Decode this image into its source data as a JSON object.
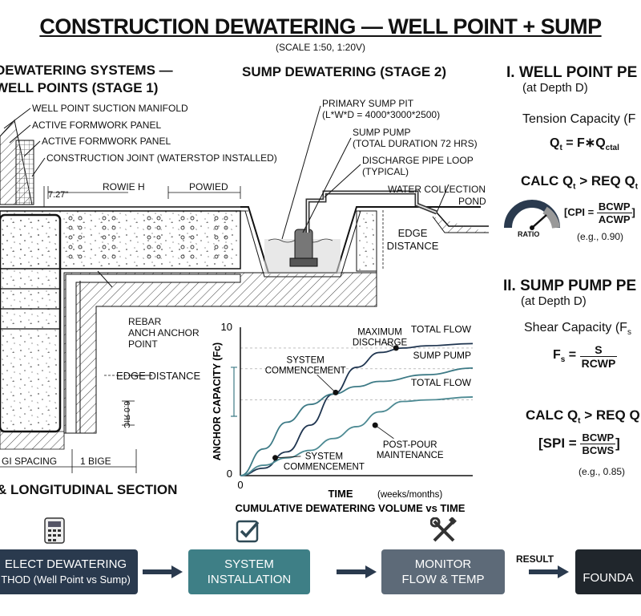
{
  "header": {
    "title": "CONSTRUCTION DEWATERING — WELL POINT + SUMP",
    "scale": "(SCALE 1:50, 1:20V)"
  },
  "left_section": {
    "heading_line1": "DEWATERING SYSTEMS —",
    "heading_line2": "WELL POINTS (STAGE 1)",
    "labels": {
      "manifold": "WELL POINT SUCTION MANIFOLD",
      "formwork1": "ACTIVE FORMWORK PANEL",
      "formwork2": "ACTIVE FORMWORK PANEL",
      "joint": "CONSTRUCTION JOINT (WATERSTOP INSTALLED)",
      "dim_727": "7.27\"",
      "rowie": "ROWIE H",
      "powied": "POWIED",
      "rebar1": "REBAR",
      "rebar2": "ANCH ANCHOR",
      "rebar3": "POINT",
      "edge": "EDGE DISTANCE",
      "rotated": "6.0 ЯIC",
      "gi_spacing": "GI SPACING",
      "bige": "1 BIGE"
    },
    "footer": "& LONGITUDINAL SECTION"
  },
  "sump_section": {
    "heading": "SUMP DEWATERING (STAGE 2)",
    "labels": {
      "pit1": "PRIMARY SUMP PIT",
      "pit2": "(L*W*D = 4000*3000*2500)",
      "pump1": "SUMP PUMP",
      "pump2": "(TOTAL DURATION 72 HRS)",
      "pipe1": "DISCHARGE PIPE LOOP",
      "pipe2": "(TYPICAL)",
      "pond1": "WATER COLLECTION",
      "pond2": "POND",
      "edge1": "EDGE",
      "edge2": "DISTANCE"
    }
  },
  "right_panel": {
    "well": {
      "heading": "I.  WELL POINT PE",
      "depth": "(at Depth D)",
      "capacity": "Tension Capacity (F",
      "formula_lhs": "Q",
      "formula_lhs_sub": "t",
      "formula_rhs": " = F∗Q",
      "formula_rhs_sub": "ctal",
      "calc": "CALC Q",
      "calc_sub": "t",
      "calc_rest": " > REQ Q",
      "calc_sub2": "t",
      "cpi_prefix": "[CPI = ",
      "cpi_num": "BCWP",
      "cpi_den": "ACWP",
      "cpi_suffix": "]",
      "cpi_example": "(e.g., 0.90)",
      "ratio_label": "RATIO"
    },
    "sump": {
      "heading": "II.  SUMP PUMP PE",
      "depth": "(at Depth D)",
      "capacity": "Shear Capacity (F",
      "capacity_sub": "s",
      "fs_lhs": "F",
      "fs_lhs_sub": "s",
      "fs_num": "S",
      "fs_den": "RCWP",
      "calc": "CALC Q",
      "calc_sub": "t",
      "calc_rest": " > REQ Q",
      "spi_prefix": "[SPI = ",
      "spi_num": "BCWP",
      "spi_den": "BCWS",
      "spi_suffix": "]",
      "spi_example": "(e.g., 0.85)"
    }
  },
  "chart_data": {
    "type": "line",
    "title": "CUMULATIVE DEWATERING VOLUME vs TIME",
    "xlabel": "TIME",
    "xlabel_unit": "(weeks/months)",
    "ylabel": "ANCHOR CAPACITY (F",
    "ylabel_sub": "c",
    "ylabel_end": ")",
    "x_tick_labels": [
      "0"
    ],
    "y_tick_labels": [
      "0",
      "10"
    ],
    "xlim": [
      0,
      10
    ],
    "ylim": [
      0,
      10
    ],
    "series": [
      {
        "name": "TOTAL FLOW",
        "color": "#1f3550",
        "x": [
          0,
          1,
          2,
          3,
          4,
          5,
          6,
          7,
          8,
          10
        ],
        "values": [
          0,
          0.5,
          1.6,
          3.4,
          5.5,
          7.3,
          8.3,
          8.6,
          8.75,
          8.9
        ]
      },
      {
        "name": "SUMP PUMP",
        "color": "#3d7a86",
        "x": [
          0,
          1,
          2,
          3,
          4,
          5,
          6,
          8,
          10
        ],
        "values": [
          0,
          1.8,
          3.6,
          4.8,
          5.5,
          6.0,
          6.35,
          6.8,
          7.25
        ]
      },
      {
        "name": "TOTAL FLOW",
        "color": "#4d8a93",
        "x": [
          0,
          1,
          2,
          3,
          4,
          5,
          6,
          7,
          8,
          10
        ],
        "values": [
          0,
          0.7,
          1.2,
          1.7,
          2.5,
          3.3,
          4.3,
          5.0,
          5.1,
          5.3
        ]
      }
    ],
    "annotations": [
      {
        "text": "MAXIMUM\nDISCHARGE",
        "x": 6.7,
        "y": 8.5
      },
      {
        "text": "SYSTEM\nCOMMENCEMENT",
        "x": 4.4,
        "y": 5.3
      },
      {
        "text": "SYSTEM\nCOMMENCEMENT",
        "x": 1.6,
        "y": 1.1
      },
      {
        "text": "POST-POUR\nMAINTENANCE",
        "x": 5.8,
        "y": 2.8
      }
    ]
  },
  "flow": {
    "steps": [
      {
        "line1": "ELECT DEWATERING",
        "line2": "THOD (Well Point vs Sump)",
        "color": "#2a3a4e"
      },
      {
        "line1": "SYSTEM",
        "line2": "INSTALLATION",
        "color": "#3e7f86"
      },
      {
        "line1": "MONITOR",
        "line2": "FLOW & TEMP",
        "color": "#5d6a78"
      },
      {
        "line1": "",
        "line2": "FOUNDA",
        "color": "#20262c"
      }
    ],
    "result_label": "RESULT",
    "icons": [
      "calculator-icon",
      "checkbox-icon",
      "tools-icon"
    ]
  }
}
